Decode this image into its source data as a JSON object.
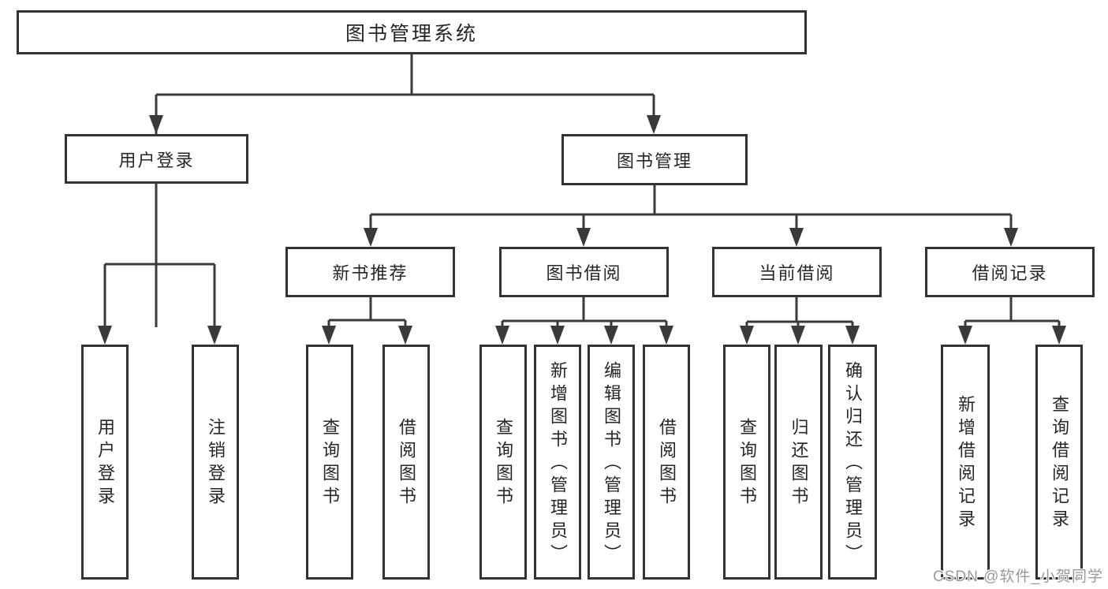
{
  "palette": {
    "line_color": "#3a3a3a",
    "box_border_color": "#333333",
    "box_fill_color": "#ffffff",
    "text_color": "#262626",
    "watermark_color": "#9a9a9a",
    "background_color": "#ffffff"
  },
  "tree": {
    "root": {
      "label": "图书管理系统"
    },
    "branches": [
      {
        "label": "用户登录",
        "leaves": [
          {
            "label": "用户登录"
          },
          {
            "label": "注销登录"
          }
        ]
      },
      {
        "label": "图书管理",
        "sections": [
          {
            "label": "新书推荐",
            "leaves": [
              {
                "label": "查询图书"
              },
              {
                "label": "借阅图书"
              }
            ]
          },
          {
            "label": "图书借阅",
            "leaves": [
              {
                "label": "查询图书"
              },
              {
                "label": "新增图书（管理员）"
              },
              {
                "label": "编辑图书（管理员）"
              },
              {
                "label": "借阅图书"
              }
            ]
          },
          {
            "label": "当前借阅",
            "leaves": [
              {
                "label": "查询图书"
              },
              {
                "label": "归还图书"
              },
              {
                "label": "确认归还（管理员）"
              }
            ]
          },
          {
            "label": "借阅记录",
            "leaves": [
              {
                "label": "新增借阅记录"
              },
              {
                "label": "查询借阅记录"
              }
            ]
          }
        ]
      }
    ]
  },
  "watermark": {
    "text": "CSDN @软件_小贺同学"
  }
}
